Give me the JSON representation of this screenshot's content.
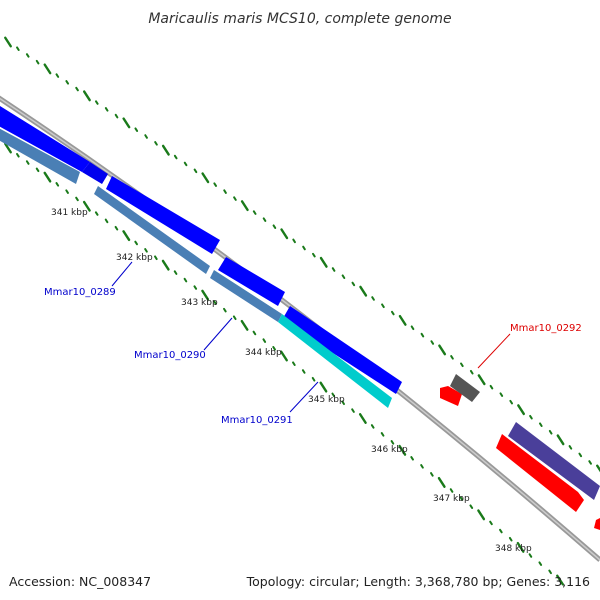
{
  "map": {
    "title": "Maricaulis maris MCS10, complete genome",
    "accession": "Accession: NC_008347",
    "summary": "Topology: circular; Length: 3,368,780 bp; Genes: 3,116"
  },
  "scale_ticks": [
    "341 kbp",
    "342 kbp",
    "343 kbp",
    "344 kbp",
    "345 kbp",
    "346 kbp",
    "347 kbp",
    "348 kbp"
  ],
  "gene_labels": [
    {
      "id": "Mmar10_0289",
      "color": "#0000cc"
    },
    {
      "id": "Mmar10_0290",
      "color": "#0000cc"
    },
    {
      "id": "Mmar10_0291",
      "color": "#0000cc"
    },
    {
      "id": "Mmar10_0292",
      "color": "#dd0000"
    }
  ],
  "feature_colors": {
    "cds_forward": "#0000ff",
    "cds_reverse": "#ff0000",
    "other_feature": "#4a3f9a",
    "rna": "#00cccc",
    "pseudo": "#555555",
    "homolog": "#4a7fb5",
    "backbone": "#888888",
    "tick": "#1a7a1a"
  }
}
